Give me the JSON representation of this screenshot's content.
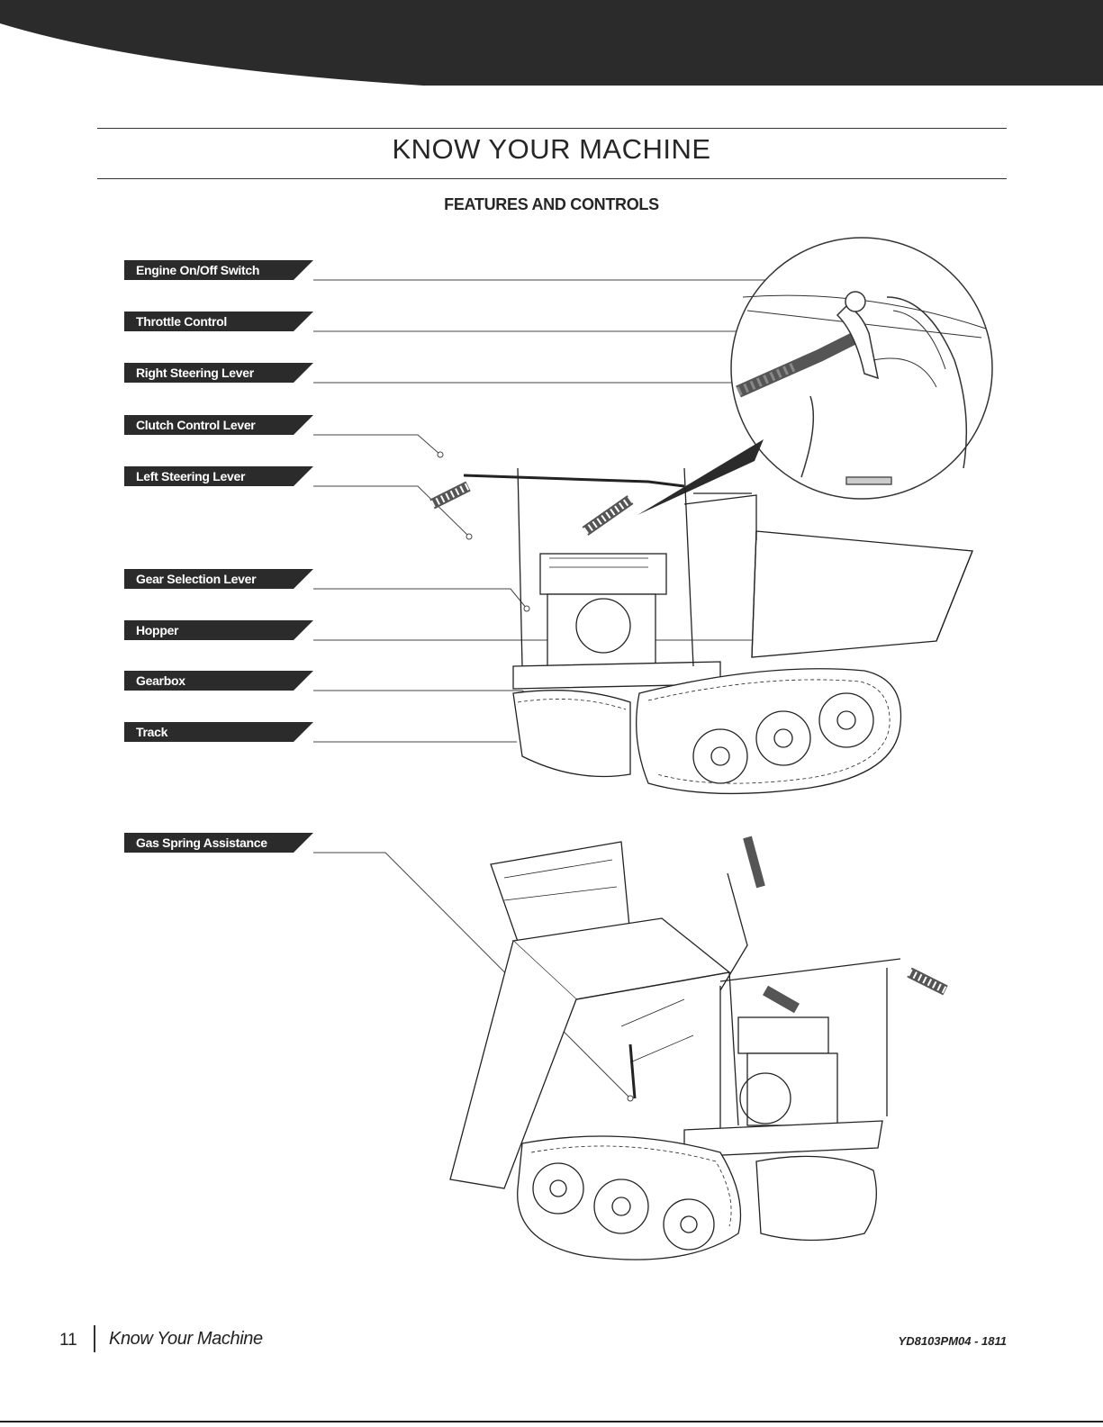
{
  "page": {
    "title": "KNOW YOUR MACHINE",
    "subtitle": "FEATURES AND CONTROLS"
  },
  "labels": [
    {
      "id": "engine-switch",
      "text": "Engine On/Off Switch"
    },
    {
      "id": "throttle",
      "text": "Throttle Control"
    },
    {
      "id": "right-steering",
      "text": "Right Steering Lever"
    },
    {
      "id": "clutch",
      "text": "Clutch Control Lever"
    },
    {
      "id": "left-steering",
      "text": "Left Steering Lever"
    },
    {
      "id": "gear-selection",
      "text": "Gear Selection Lever"
    },
    {
      "id": "hopper",
      "text": "Hopper"
    },
    {
      "id": "gearbox",
      "text": "Gearbox"
    },
    {
      "id": "track",
      "text": "Track"
    },
    {
      "id": "gas-spring",
      "text": "Gas Spring Assistance"
    }
  ],
  "footer": {
    "page_number": "11",
    "section": "Know Your Machine",
    "doc_code": "YD8103PM04 - 1811"
  },
  "colors": {
    "header_band": "#2b2b2b",
    "label_bg": "#2b2b2b",
    "label_text": "#ffffff"
  }
}
